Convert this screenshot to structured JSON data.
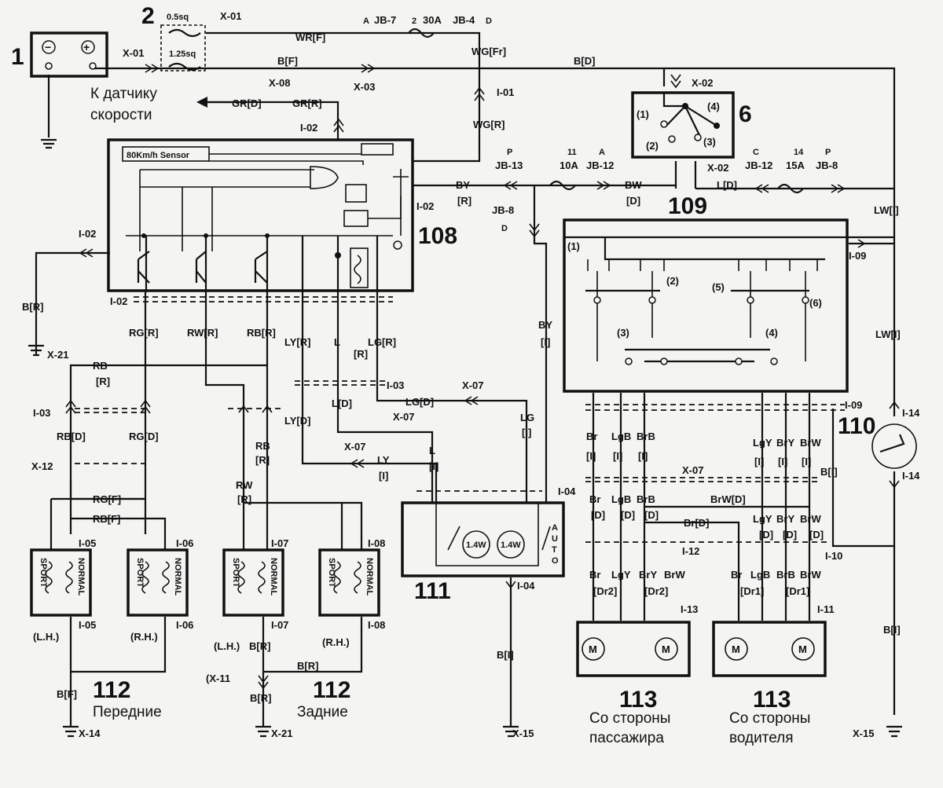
{
  "components": {
    "c1": "1",
    "c2": "2",
    "c6": "6",
    "c108": "108",
    "c109": "109",
    "c110": "110",
    "c111": "111",
    "c112_front": "112",
    "c112_rear": "112",
    "c113_pass": "113",
    "c113_drv": "113"
  },
  "captions": {
    "speed_sensor": [
      "К датчику",
      "скорости"
    ],
    "front": "Передние",
    "rear": "Задние",
    "passenger": [
      "Со стороны",
      "пассажира"
    ],
    "driver": [
      "Со стороны",
      "водителя"
    ],
    "sensor_label": "80Km/h Sensor"
  },
  "fuse_labels": {
    "sq05": "0.5sq",
    "sq125": "1.25sq",
    "f30a": "30A",
    "f10a": "10A",
    "f15a": "15A",
    "n2": "2",
    "n11": "11",
    "n14": "14",
    "circA1": "A",
    "circD1": "D",
    "circP1": "P",
    "circA2": "A",
    "circC": "C",
    "circP2": "P",
    "circD2": "D"
  },
  "connectors": {
    "x01a": "X-01",
    "x01b": "X-01",
    "x02a": "X-02",
    "x02b": "X-02",
    "x03": "X-03",
    "x08": "X-08",
    "jb7": "JB-7",
    "jb4": "JB-4",
    "jb13": "JB-13",
    "jb12a": "JB-12",
    "jb12b": "JB-12",
    "jb8a": "JB-8",
    "jb8b": "JB-8",
    "i01": "I-01",
    "i02a": "I-02",
    "i02b": "I-02",
    "i02c": "I-02",
    "i02d": "I-02",
    "x21a": "X-21",
    "x21b": "X-21",
    "i03a": "I-03",
    "i03b": "I-03",
    "x12": "X-12",
    "x11": "(X-11",
    "x07a": "X-07",
    "x07b": "X-07",
    "x07c": "X-07",
    "x07d": "X-07",
    "i05a": "I-05",
    "i05b": "I-05",
    "i06a": "I-06",
    "i06b": "I-06",
    "i07a": "I-07",
    "i07b": "I-07",
    "i08a": "I-08",
    "i08b": "I-08",
    "i04a": "I-04",
    "i04b": "I-04",
    "x14": "X-14",
    "x15a": "X-15",
    "x15b": "X-15",
    "i09a": "I-09",
    "i09b": "I-09",
    "i10": "I-10",
    "i11": "I-11",
    "i12": "I-12",
    "i13": "I-13",
    "i14a": "I-14",
    "i14b": "I-14"
  },
  "wires": {
    "wr_f": "WR[F]",
    "b_f_top": "B[F]",
    "wg_fr": "WG[Fr]",
    "b_d": "B[D]",
    "gr_d": "GR[D]",
    "gr_r": "GR[R]",
    "wg_r": "WG[R]",
    "by_r_1": "BY",
    "by_r_2": "[R]",
    "bw_d_1": "BW",
    "bw_d_2": "[D]",
    "l_d_top": "L[D]",
    "lw_i_1": "LW[I]",
    "lw_i_2": "LW[I]",
    "b_r_left": "B[R]",
    "rb_r_1": "RB",
    "rb_r_2": "[R]",
    "rg_r": "RG[R]",
    "rw_r": "RW[R]",
    "rb_r": "RB[R]",
    "ly_r": "LY[R]",
    "l_top": "L",
    "l_bracket": "[R]",
    "lg_r": "LG[R]",
    "rb_d": "RB[D]",
    "rg_d": "RG[D]",
    "rg_f": "RG[F]",
    "rb_f": "RB[F]",
    "rw_r_1": "RW",
    "rw_r_2": "[R]",
    "rb_r2_1": "RB",
    "rb_r2_2": "[R]",
    "ly_d": "LY[D]",
    "l_d": "L[D]",
    "lg_d": "LG[D]",
    "lg_i_1": "LG",
    "lg_i_2": "[I]",
    "l_i_1": "L",
    "l_i_2": "[I]",
    "ly_i_1": "LY",
    "ly_i_2": "[I]",
    "by_i_1": "BY",
    "by_i_2": "[I]",
    "b_i_mid": "B[I]",
    "b_i_right1": "B[I]",
    "b_i_right2": "B[I]",
    "b_f_bottom": "B[F]",
    "b_r_rear1": "B[R]",
    "b_r_rear2": "B[R]",
    "b_r_rear3": "B[R]",
    "lh1": "(L.H.)",
    "rh1": "(R.H.)",
    "lh2": "(L.H.)",
    "rh2": "(R.H.)",
    "br_top": [
      "Br",
      "LgB",
      "BrB",
      "LgY",
      "BrY",
      "BrW"
    ],
    "br_i": [
      "[I]",
      "[I]",
      "[I]",
      "[I]",
      "[I]",
      "[I]"
    ],
    "br_mid": [
      "Br",
      "LgB",
      "BrB",
      "LgY",
      "BrY",
      "BrW"
    ],
    "br_mid_d": [
      "[D]",
      "[D]",
      "[D]",
      "[D]",
      "[D]",
      "[D]"
    ],
    "brw_d": "BrW[D]",
    "br_d": "Br[D]",
    "dr2": [
      "Br",
      "LgY",
      "BrY",
      "BrW"
    ],
    "dr2_tag": [
      "[Dr2]",
      "[Dr2]"
    ],
    "dr1": [
      "Br",
      "LgB",
      "BrB",
      "BrW"
    ],
    "dr1_tag": [
      "[Dr1]",
      "[Dr1]"
    ]
  },
  "switch": {
    "t1": "(1)",
    "t2": "(2)",
    "t3": "(3)",
    "t4": "(4)",
    "t5": "(5)",
    "t6": "(6)",
    "s6_1": "(1)",
    "s6_2": "(2)",
    "s6_3": "(3)",
    "s6_4": "(4)"
  },
  "lamps": {
    "l1": "1.4W",
    "l2": "1.4W",
    "auto": [
      "A",
      "U",
      "T",
      "O"
    ]
  },
  "motor": "M",
  "damper_text": {
    "sport": "SPORT",
    "normal": "NORMAL"
  }
}
